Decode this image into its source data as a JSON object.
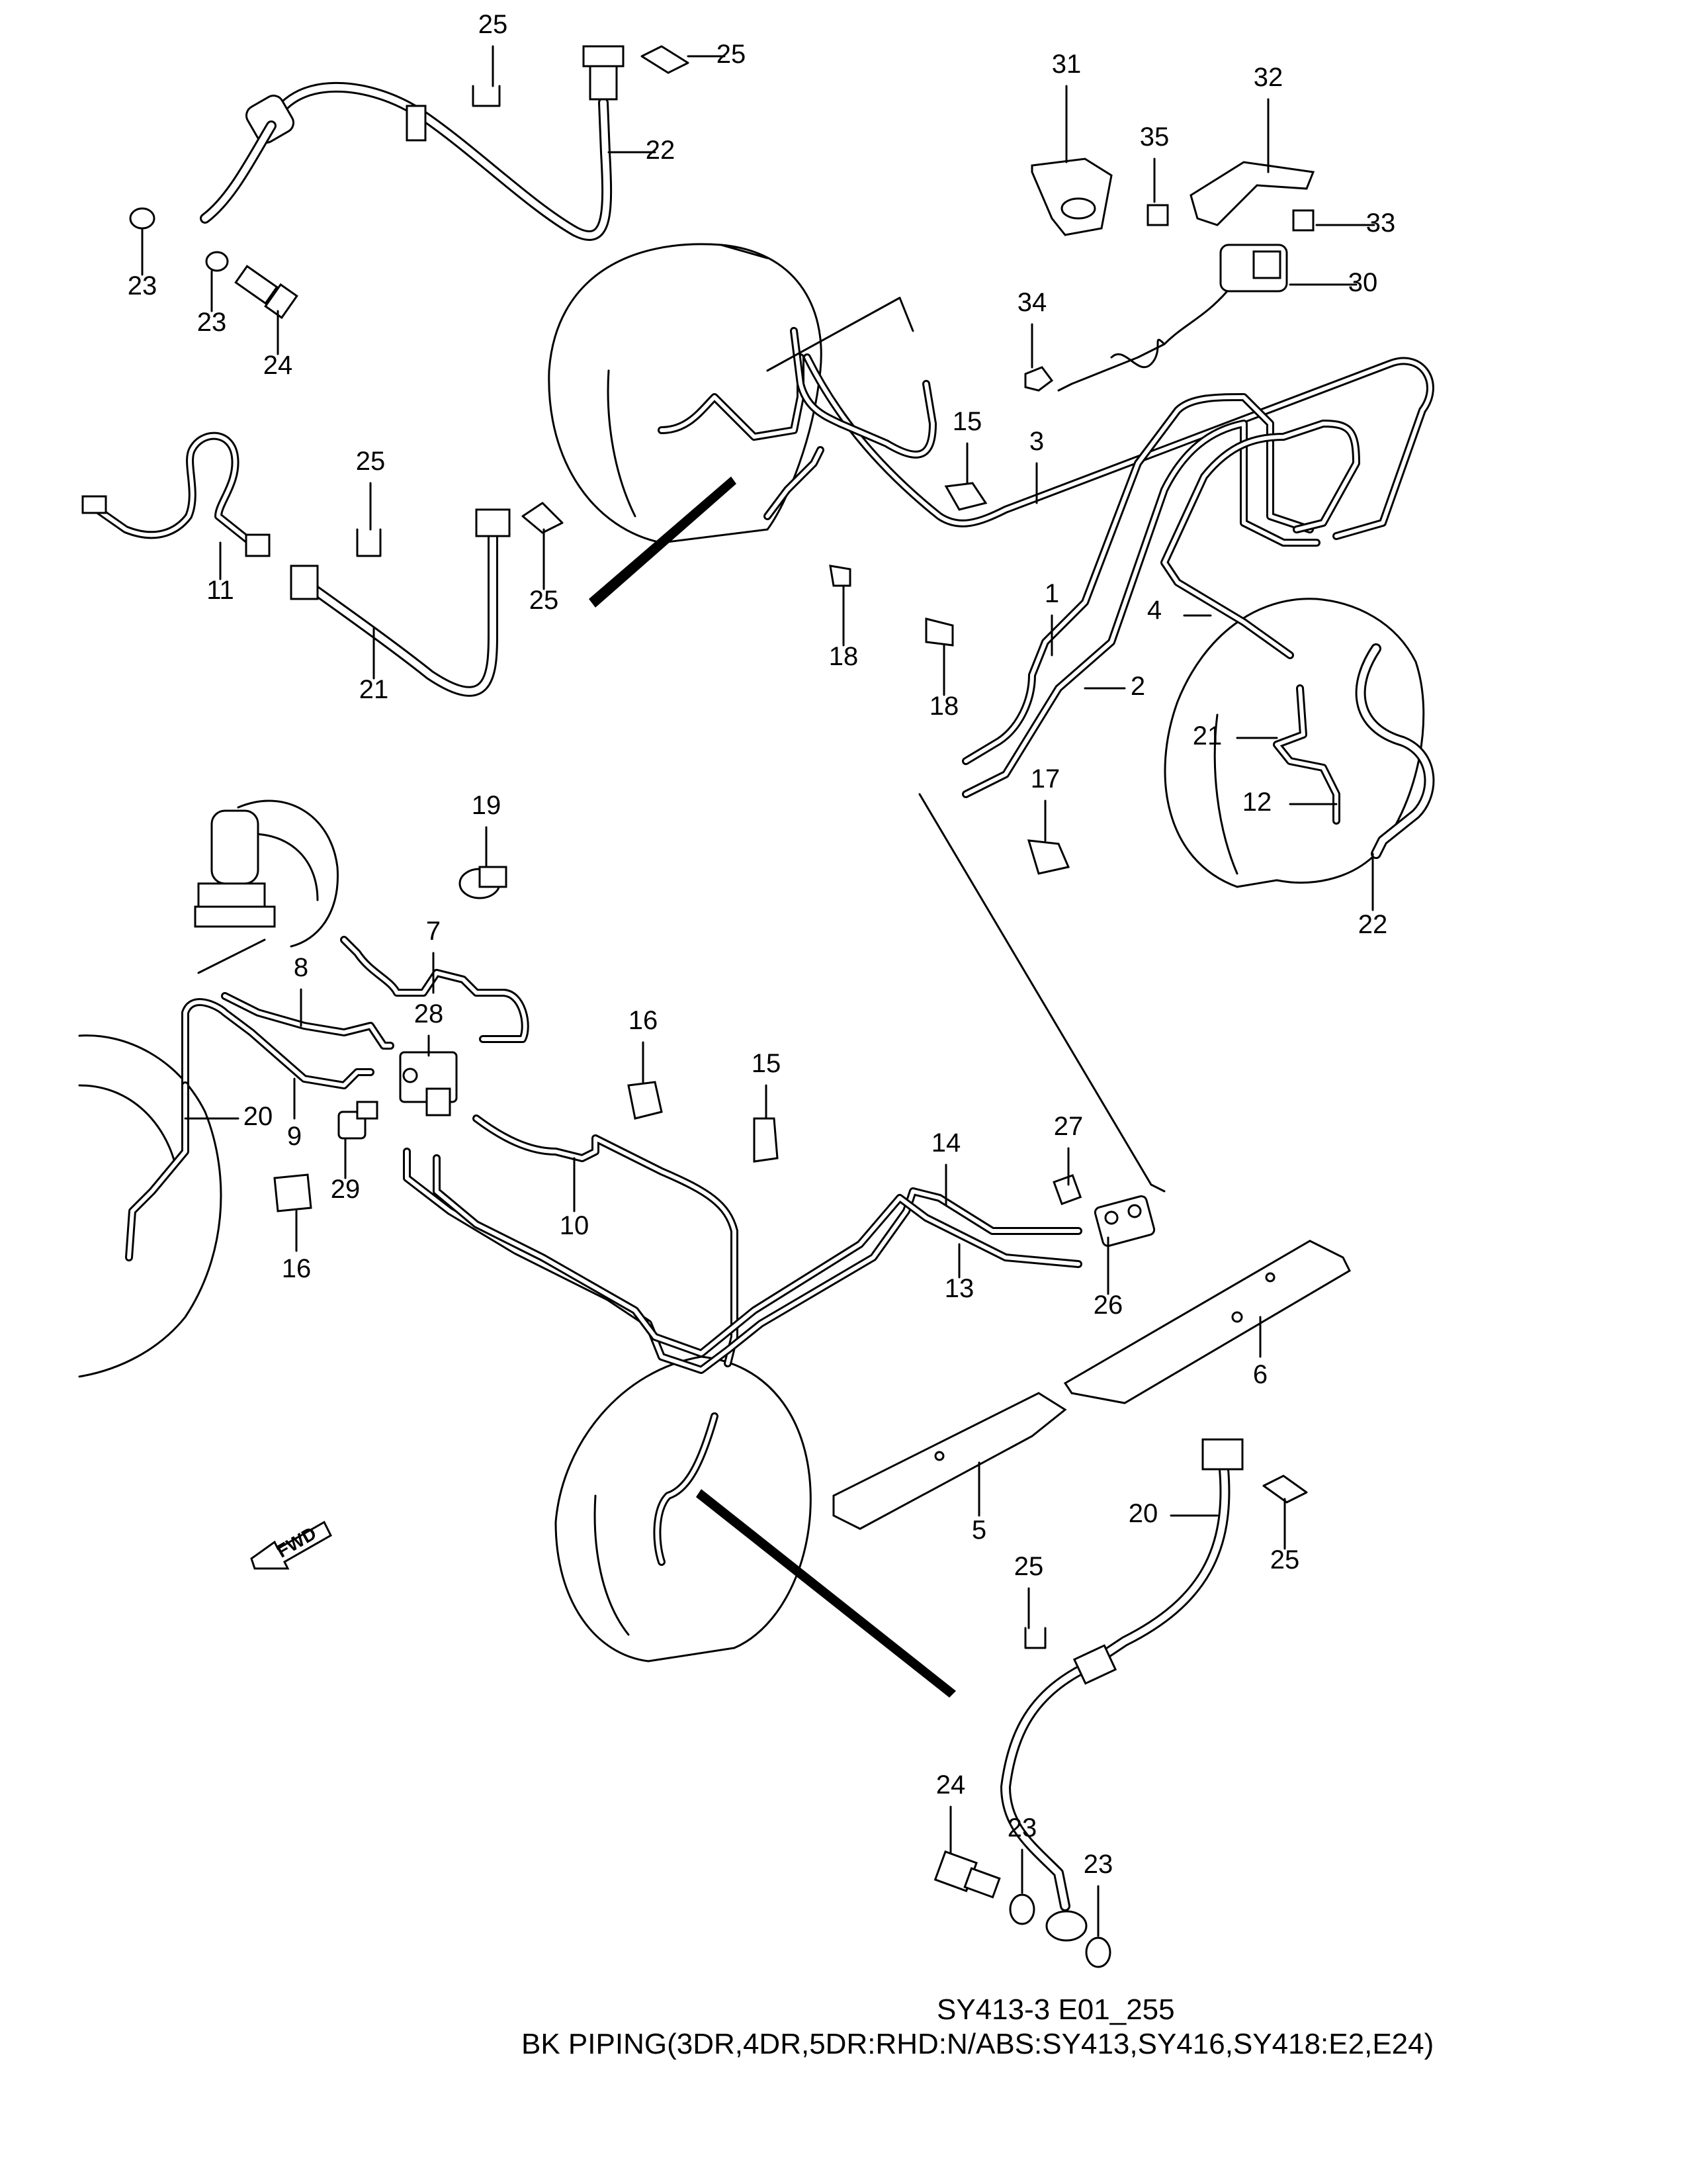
{
  "diagram": {
    "caption_code": "SY413-3 E01_255",
    "caption_title": "BK PIPING(3DR,4DR,5DR:RHD:N/ABS:SY413,SY416,SY418:E2,E24)",
    "fwd_label": "FWD",
    "wheel_codes": [
      "20",
      "21",
      "20",
      "21"
    ],
    "callouts": [
      "1",
      "2",
      "3",
      "4",
      "5",
      "6",
      "7",
      "8",
      "9",
      "10",
      "11",
      "12",
      "13",
      "14",
      "15",
      "15",
      "16",
      "16",
      "17",
      "18",
      "18",
      "19",
      "20",
      "20",
      "21",
      "21",
      "22",
      "22",
      "23",
      "23",
      "23",
      "23",
      "24",
      "24",
      "25",
      "25",
      "25",
      "25",
      "25",
      "26",
      "27",
      "28",
      "29",
      "30",
      "31",
      "32",
      "33",
      "34",
      "35"
    ]
  }
}
